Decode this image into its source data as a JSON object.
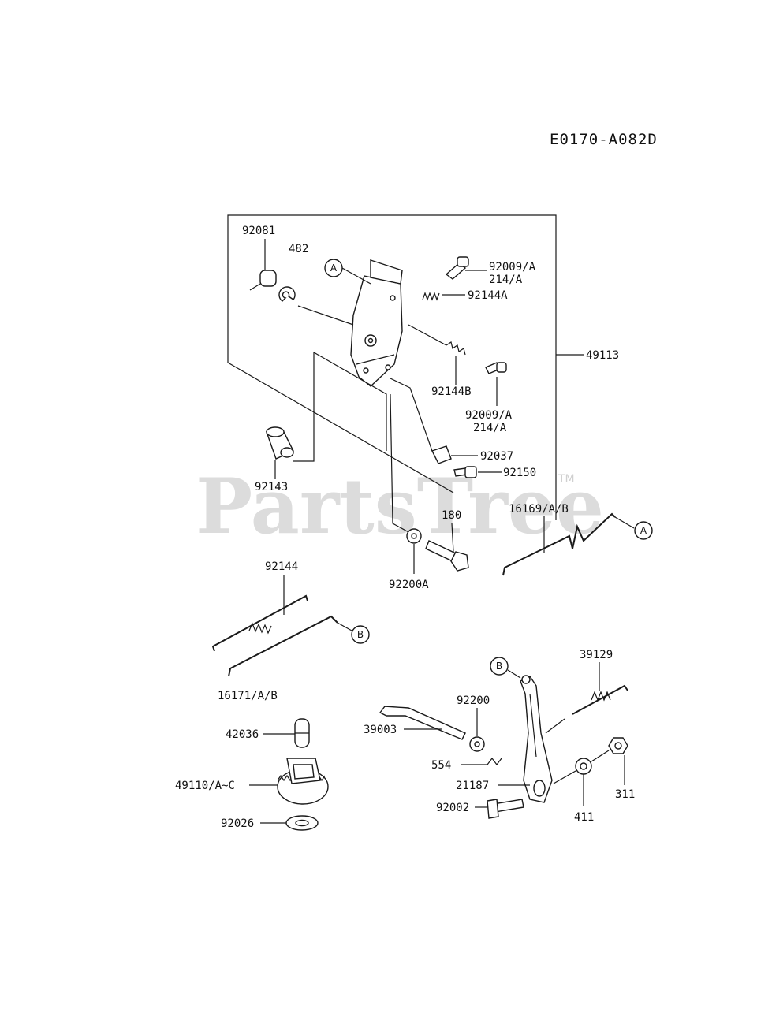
{
  "diagram_code": "E0170-A082D",
  "watermark": "PartsTree",
  "watermark_tm": "TM",
  "callouts": [
    "A",
    "B",
    "A",
    "B"
  ],
  "parts": {
    "p92081": "92081",
    "p482": "482",
    "p92009a_1": "92009/A",
    "p214a_1": "214/A",
    "p92144a": "92144A",
    "p49113": "49113",
    "p92144b": "92144B",
    "p92009a_2": "92009/A",
    "p214a_2": "214/A",
    "p92037": "92037",
    "p92150": "92150",
    "p92143": "92143",
    "p16169": "16169/A/B",
    "p180": "180",
    "p92200a": "92200A",
    "p92144": "92144",
    "p16171": "16171/A/B",
    "p39129": "39129",
    "p92200": "92200",
    "p39003": "39003",
    "p42036": "42036",
    "p554": "554",
    "p49110": "49110/A~C",
    "p21187": "21187",
    "p311": "311",
    "p92002": "92002",
    "p411": "411",
    "p92026": "92026"
  }
}
